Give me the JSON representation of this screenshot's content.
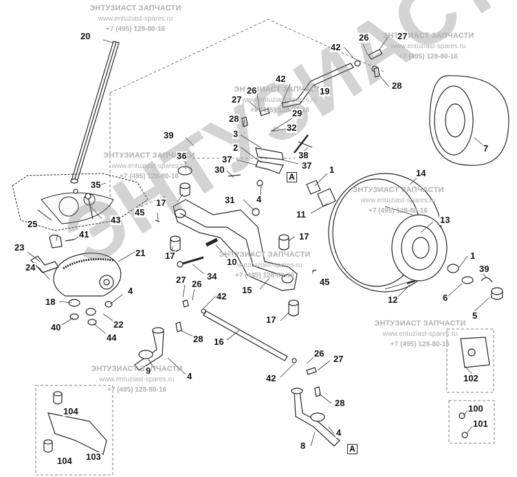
{
  "watermark": {
    "brand": "ЭНТУЗИАСТ",
    "title": "ЭНТУЗИАСТ ЗАПЧАСТИ",
    "url": "www.entuziast-spares.ru",
    "phone": "+7 (495) 128-80-16"
  },
  "ref_marker": "A",
  "callouts": {
    "c1a": "1",
    "c1b": "1",
    "c2": "2",
    "c3": "3",
    "c4a": "4",
    "c4b": "4",
    "c4c": "4",
    "c4d": "4",
    "c5": "5",
    "c6": "6",
    "c7": "7",
    "c8": "8",
    "c9": "9",
    "c10": "10",
    "c11": "11",
    "c12": "12",
    "c13": "13",
    "c14": "14",
    "c15": "15",
    "c16": "16",
    "c17a": "17",
    "c17b": "17",
    "c17c": "17",
    "c17d": "17",
    "c18": "18",
    "c19": "19",
    "c20": "20",
    "c21": "21",
    "c22": "22",
    "c23": "23",
    "c24": "24",
    "c25": "25",
    "c26a": "26",
    "c26b": "26",
    "c26c": "26",
    "c26d": "26",
    "c27a": "27",
    "c27b": "27",
    "c27c": "27",
    "c27d": "27",
    "c28a": "28",
    "c28b": "28",
    "c28c": "28",
    "c28d": "28",
    "c29": "29",
    "c30": "30",
    "c31": "31",
    "c32": "32",
    "c34": "34",
    "c35": "35",
    "c36": "36",
    "c37a": "37",
    "c37b": "37",
    "c38": "38",
    "c39a": "39",
    "c39b": "39",
    "c40": "40",
    "c41": "41",
    "c42a": "42",
    "c42b": "42",
    "c42c": "42",
    "c42d": "42",
    "c43": "43",
    "c44": "44",
    "c45a": "45",
    "c45b": "45",
    "c100": "100",
    "c101": "101",
    "c102": "102",
    "c103": "103",
    "c104a": "104",
    "c104b": "104"
  },
  "colors": {
    "line": "#222222",
    "callout_text": "#111111",
    "watermark": "#b0b0b0"
  }
}
